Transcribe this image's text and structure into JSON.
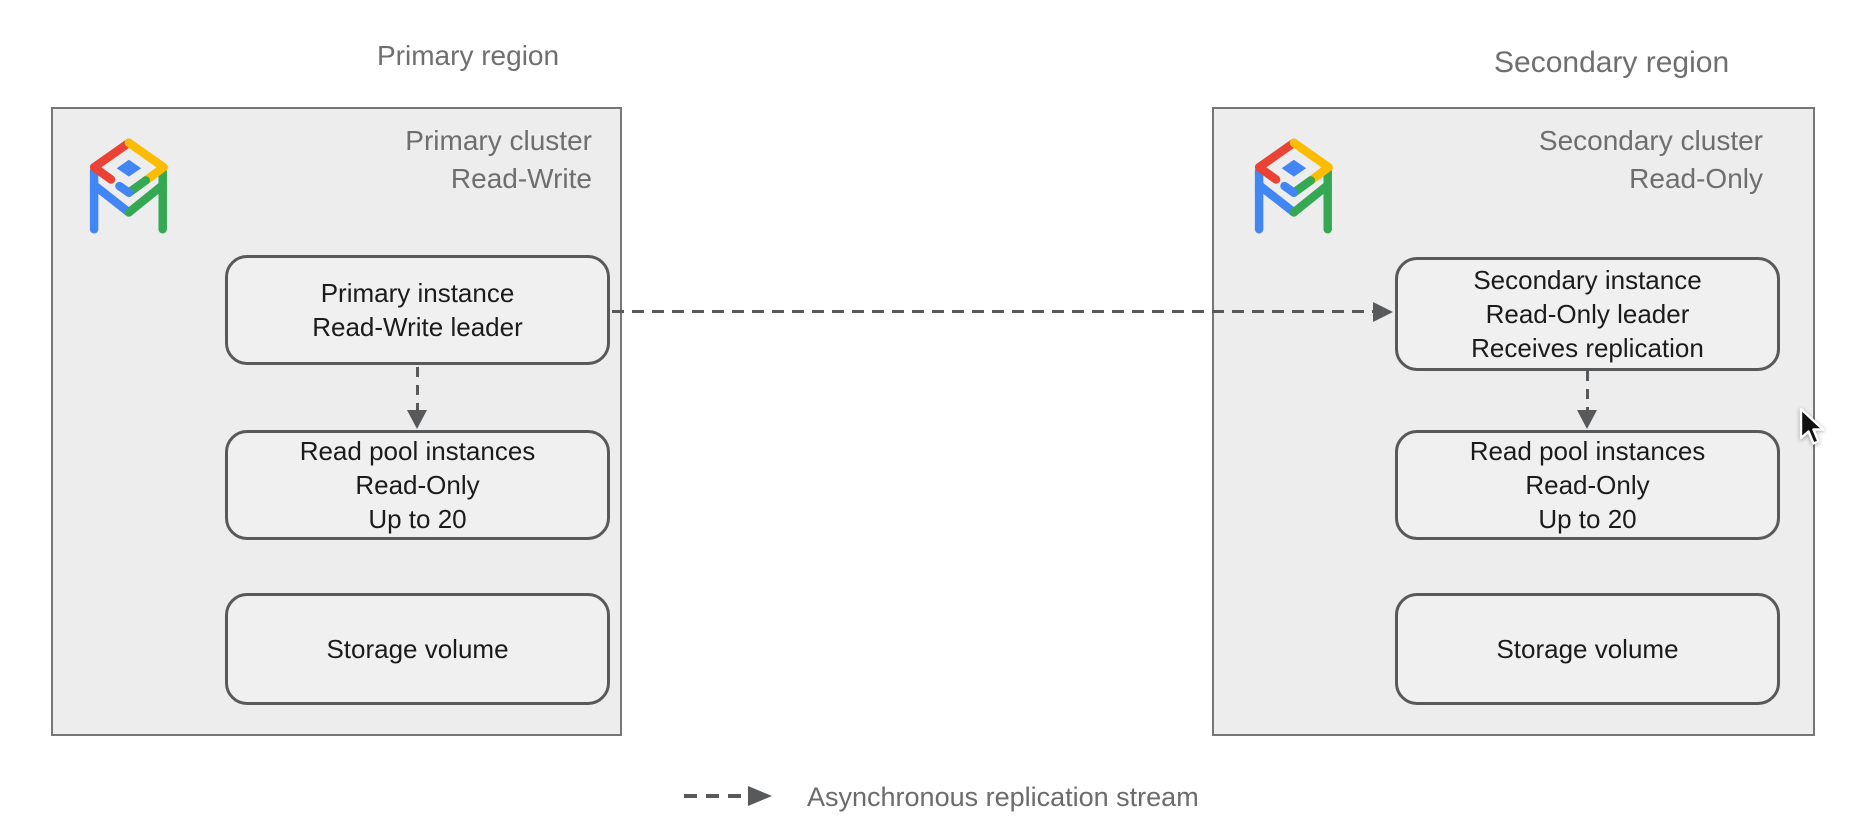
{
  "regions": {
    "primary": {
      "region_label": "Primary region",
      "cluster_name": "Primary cluster",
      "cluster_mode": "Read-Write",
      "instance_node": {
        "line1": "Primary instance",
        "line2": "Read-Write leader"
      },
      "read_pool_node": {
        "line1": "Read pool instances",
        "line2": "Read-Only",
        "line3": "Up to 20"
      },
      "storage_node": {
        "label": "Storage volume"
      }
    },
    "secondary": {
      "region_label": "Secondary region",
      "cluster_name": "Secondary cluster",
      "cluster_mode": "Read-Only",
      "instance_node": {
        "line1": "Secondary instance",
        "line2": "Read-Only leader",
        "line3": "Receives replication"
      },
      "read_pool_node": {
        "line1": "Read pool instances",
        "line2": "Read-Only",
        "line3": "Up to 20"
      },
      "storage_node": {
        "label": "Storage volume"
      }
    }
  },
  "legend": {
    "replication_label": "Asynchronous replication stream"
  },
  "colors": {
    "logo_red": "#EA4335",
    "logo_yellow": "#FBBC04",
    "logo_green": "#34A853",
    "logo_blue": "#4285F4",
    "region_fill": "#EDEDED",
    "node_fill": "#F0F0F0",
    "region_border": "#767676",
    "node_border": "#58595B",
    "arrow_gray": "#57595B",
    "label_gray": "#6E6E6E",
    "node_text": "#1B1B1B"
  }
}
